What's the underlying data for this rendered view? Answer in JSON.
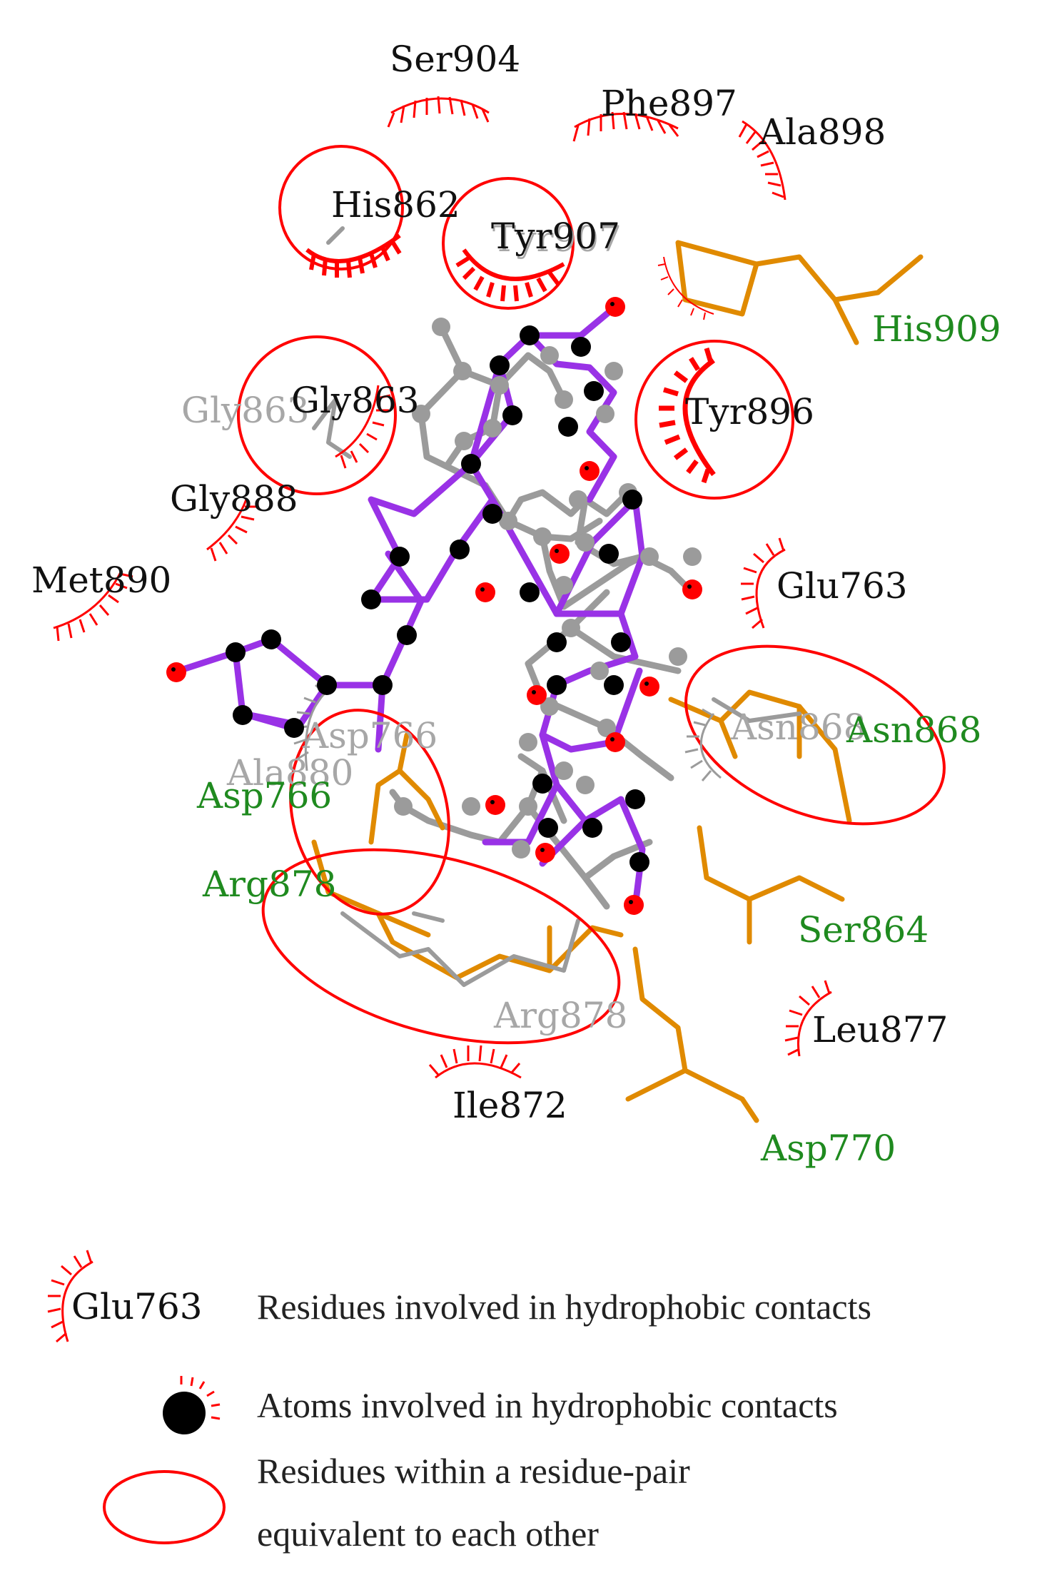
{
  "colors": {
    "hydrophobic": "#ff0000",
    "ligand_bond": "#9932e6",
    "ligand_bond_grey": "#9b9b9b",
    "carbon": "#000000",
    "oxygen": "#ff0000",
    "grey_atom": "#9b9b9b",
    "sidechain": "#e08a00",
    "sidechain_grey": "#9b9b9b",
    "label_black": "#111111",
    "label_green": "#1f8a1f",
    "label_grey": "#a7a7a7"
  },
  "residue_labels": {
    "ser904": "Ser904",
    "phe897": "Phe897",
    "ala898": "Ala898",
    "his862": "His862",
    "tyr907": "Tyr907",
    "tyr907_grey": "Tyr907",
    "his909": "His909",
    "gly863": "Gly863",
    "gly863_grey": "Gly863",
    "tyr896": "Tyr896",
    "gly888": "Gly888",
    "met890": "Met890",
    "glu763": "Glu763",
    "asp766_grey": "Asp766",
    "ala880_grey": "Ala880",
    "asp766": "Asp766",
    "asn868_grey": "Asn868",
    "asn868": "Asn868",
    "arg878": "Arg878",
    "ser864": "Ser864",
    "arg878_grey": "Arg878",
    "leu877": "Leu877",
    "ile872": "Ile872",
    "asp770": "Asp770"
  },
  "legend": {
    "residue_example": "Glu763",
    "hydrophobic_residues": "Residues involved in hydrophobic contacts",
    "hydrophobic_atoms": "Atoms involved in hydrophobic contacts",
    "pair_line1": "Residues within a residue-pair",
    "pair_line2": "equivalent to each other"
  }
}
